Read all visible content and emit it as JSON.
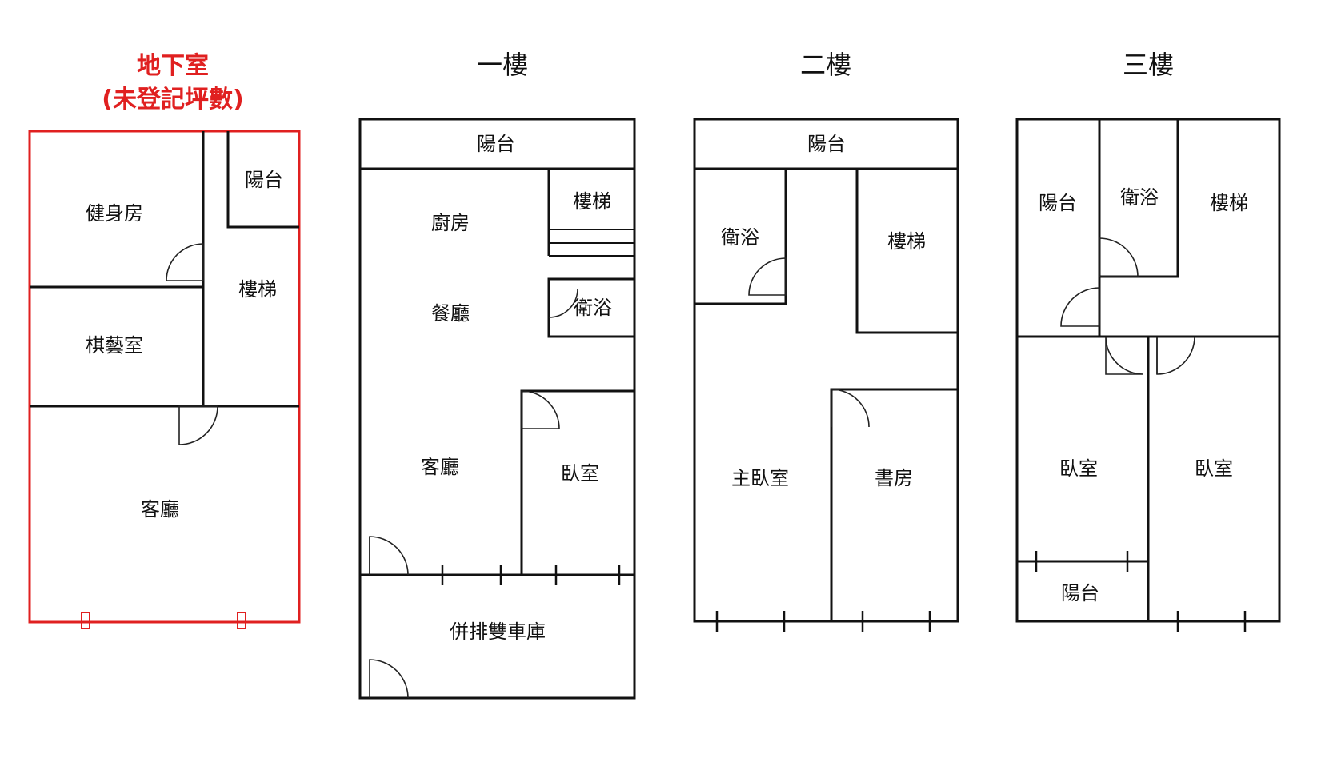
{
  "colors": {
    "accent": "#e02020",
    "wall": "#111111"
  },
  "floors": {
    "basement": {
      "title": "地下室",
      "subtitle": "(未登記坪數)",
      "rooms": {
        "gym": "健身房",
        "balcony": "陽台",
        "stairs": "樓梯",
        "chess": "棋藝室",
        "living": "客廳"
      }
    },
    "first": {
      "title": "一樓",
      "rooms": {
        "balcony": "陽台",
        "kitchen": "廚房",
        "stairs": "樓梯",
        "dining": "餐廳",
        "bath": "衛浴",
        "living": "客廳",
        "bedroom": "臥室",
        "garage": "併排雙車庫"
      }
    },
    "second": {
      "title": "二樓",
      "rooms": {
        "balcony": "陽台",
        "bath": "衛浴",
        "stairs": "樓梯",
        "master": "主臥室",
        "study": "書房"
      }
    },
    "third": {
      "title": "三樓",
      "rooms": {
        "balcony_top": "陽台",
        "bath": "衛浴",
        "stairs": "樓梯",
        "bedroom_left": "臥室",
        "bedroom_right": "臥室",
        "balcony_bottom": "陽台"
      }
    }
  }
}
